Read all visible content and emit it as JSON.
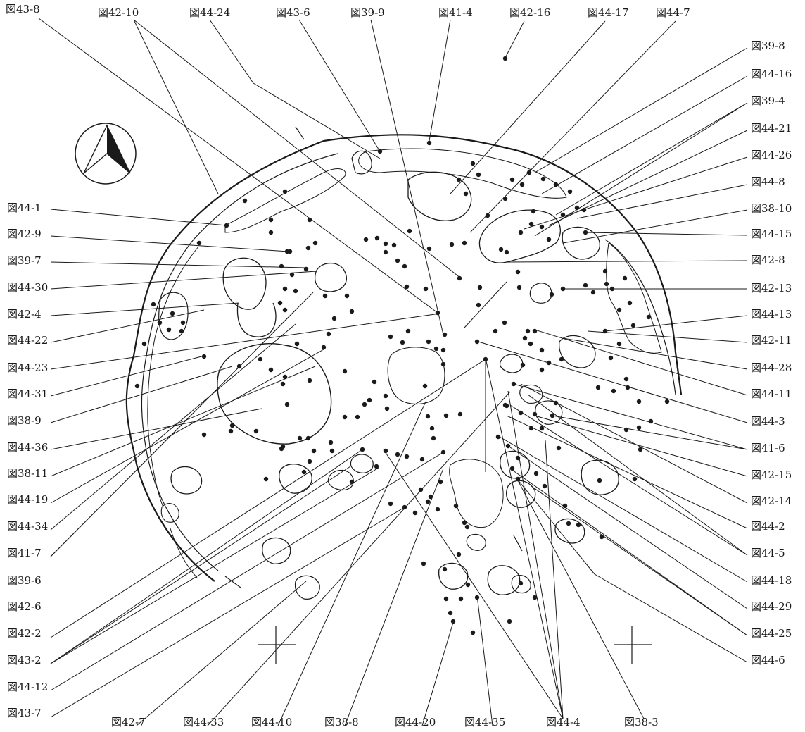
{
  "labels": {
    "top": [
      "図43-8",
      "図42-10",
      "図44-24",
      "図43-6",
      "図39-9",
      "図41-4",
      "図42-16",
      "図44-17",
      "図44-7"
    ],
    "right": [
      "図39-8",
      "図44-16",
      "図39-4",
      "図44-21",
      "図44-26",
      "図44-8",
      "図38-10",
      "図44-15",
      "図42-8",
      "図42-13",
      "図44-13",
      "図42-11",
      "図44-28",
      "図44-11",
      "図44-3",
      "図41-6",
      "図42-15",
      "図42-14",
      "図44-2",
      "図44-5",
      "図44-18",
      "図44-29",
      "図44-25",
      "図44-6"
    ],
    "left": [
      "図44-1",
      "図42-9",
      "図39-7",
      "図44-30",
      "図42-4",
      "図44-22",
      "図44-23",
      "図44-31",
      "図38-9",
      "図44-36",
      "図38-11",
      "図44-19",
      "図44-34",
      "図41-7",
      "図39-6",
      "図42-6",
      "図42-2",
      "図43-2",
      "図44-12",
      "図43-7"
    ],
    "bottom": [
      "図42-7",
      "図44-33",
      "図44-10",
      "図38-8",
      "図44-20",
      "図44-35",
      "図44-4",
      "図38-3"
    ]
  },
  "north_arrow": {
    "icon": "north-arrow-icon"
  },
  "colors": {
    "ink": "#1a1a1a",
    "paper": "#ffffff"
  }
}
